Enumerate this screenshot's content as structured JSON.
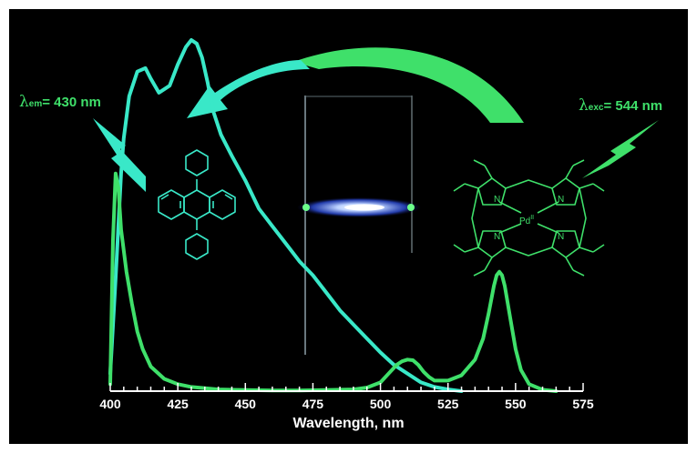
{
  "chart_data": {
    "type": "line",
    "title": "",
    "xlabel": "Wavelength, nm",
    "ylabel": "",
    "xlim": [
      400,
      575
    ],
    "ylim": [
      0,
      1
    ],
    "x_ticks": [
      "400",
      "425",
      "450",
      "475",
      "500",
      "525",
      "550",
      "575"
    ],
    "grid": false,
    "legend": "none",
    "annotations": {
      "emission": {
        "symbol": "λ",
        "sub": "em",
        "text": "= 430 nm"
      },
      "excitation": {
        "symbol": "λ",
        "sub": "exc",
        "text": "= 544 nm"
      }
    },
    "series": [
      {
        "color": "#39e8c8",
        "x": [
          400,
          402,
          404,
          405,
          407,
          410,
          413,
          415,
          418,
          422,
          425,
          428,
          430,
          432,
          434,
          436,
          438,
          441,
          445,
          450,
          455,
          460,
          465,
          470,
          475,
          480,
          485,
          490,
          495,
          500,
          505,
          510,
          515,
          520,
          525,
          530
        ],
        "y": [
          0.05,
          0.32,
          0.62,
          0.72,
          0.84,
          0.91,
          0.92,
          0.89,
          0.85,
          0.87,
          0.93,
          0.98,
          1.0,
          0.99,
          0.95,
          0.88,
          0.8,
          0.73,
          0.67,
          0.6,
          0.52,
          0.47,
          0.42,
          0.37,
          0.33,
          0.28,
          0.23,
          0.19,
          0.15,
          0.11,
          0.075,
          0.05,
          0.025,
          0.012,
          0.005,
          0.0
        ]
      },
      {
        "color": "#3fe06a",
        "x": [
          400,
          401,
          402,
          403,
          404,
          406,
          408,
          410,
          412,
          415,
          420,
          425,
          430,
          440,
          450,
          460,
          470,
          480,
          490,
          495,
          500,
          503,
          506,
          508,
          510,
          512,
          514,
          516,
          518,
          520,
          525,
          530,
          535,
          538,
          540,
          542,
          543,
          544,
          545,
          546,
          548,
          550,
          552,
          555,
          560,
          565
        ],
        "y": [
          0.02,
          0.43,
          0.62,
          0.58,
          0.46,
          0.34,
          0.25,
          0.17,
          0.12,
          0.07,
          0.035,
          0.02,
          0.012,
          0.005,
          0.003,
          0.002,
          0.002,
          0.003,
          0.005,
          0.01,
          0.025,
          0.05,
          0.075,
          0.085,
          0.09,
          0.088,
          0.075,
          0.055,
          0.04,
          0.03,
          0.03,
          0.045,
          0.09,
          0.15,
          0.22,
          0.3,
          0.33,
          0.34,
          0.33,
          0.3,
          0.21,
          0.12,
          0.06,
          0.02,
          0.004,
          0.0
        ]
      }
    ]
  },
  "colors": {
    "background": "#000000",
    "em_curve": "#39e8c8",
    "exc_curve": "#3fe06a",
    "axis": "#ffffff"
  },
  "molecules": {
    "porphyrin_n": "N",
    "porphyrin_metal": "Pd",
    "porphyrin_oxidation": "II"
  }
}
